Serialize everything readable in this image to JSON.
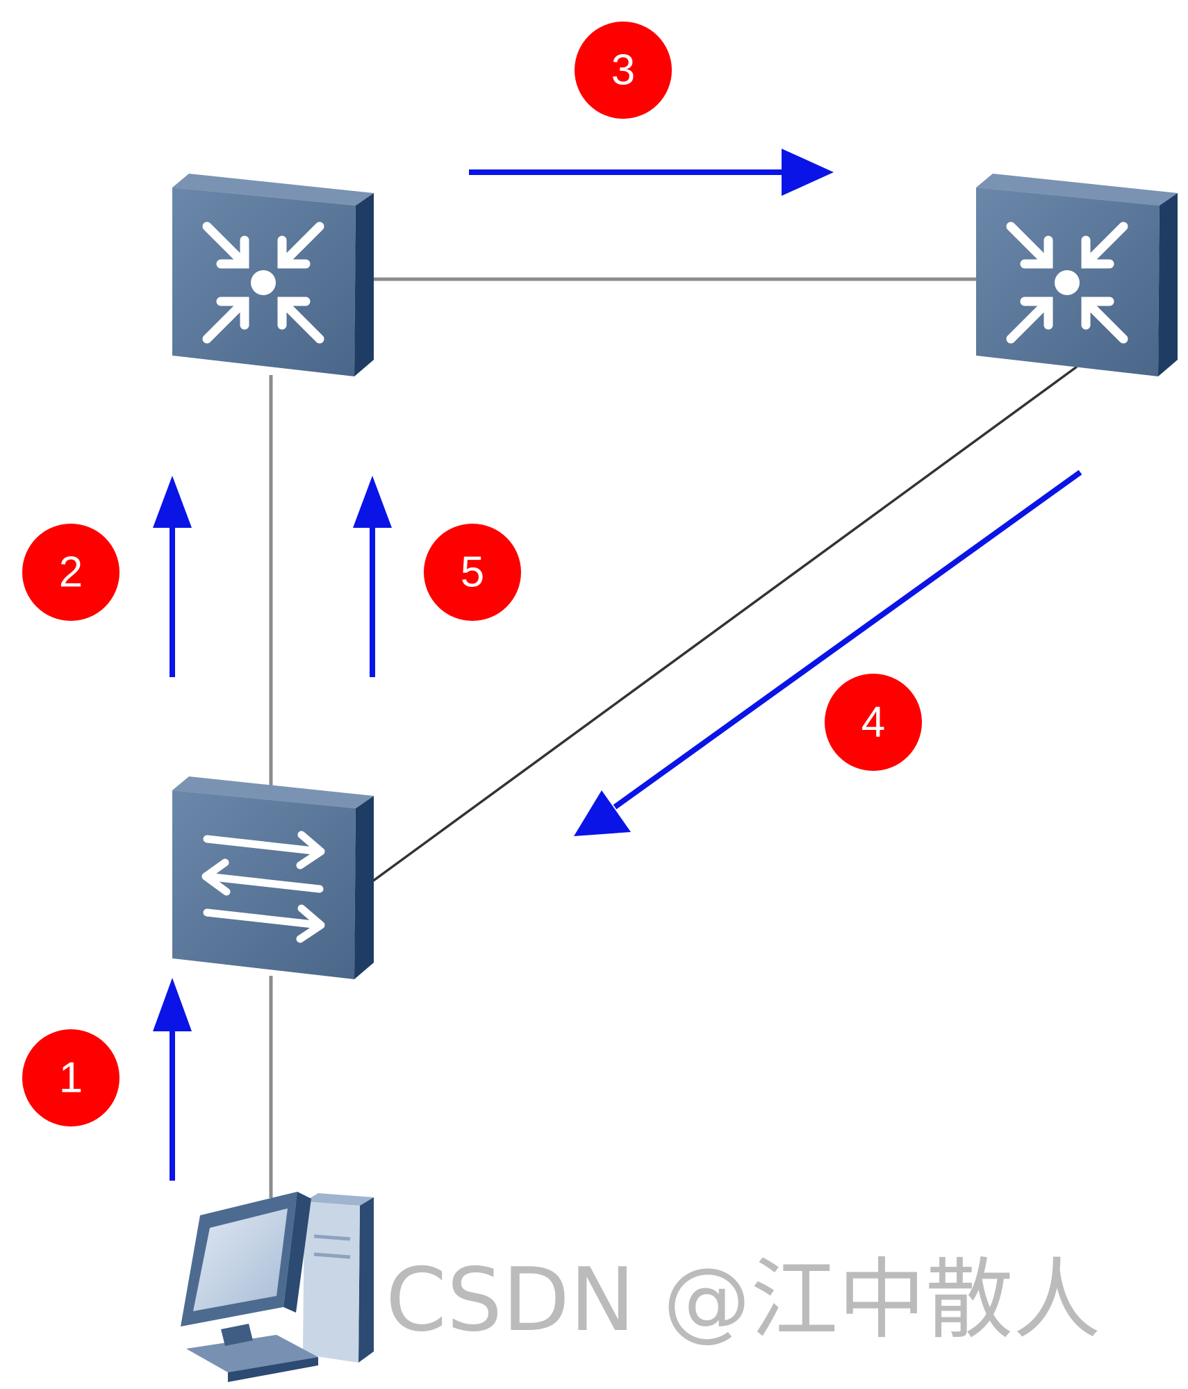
{
  "diagram": {
    "steps": [
      "1",
      "2",
      "3",
      "4",
      "5"
    ],
    "watermark": "CSDN @江中散人",
    "colors": {
      "arrow": "#0a14e6",
      "badge": "#ff0000",
      "link": "#8c8c8c",
      "device_front": "#5a7496",
      "device_side": "#1e3c64"
    },
    "devices": [
      {
        "id": "router-left",
        "icon": "router-icon"
      },
      {
        "id": "router-right",
        "icon": "router-icon"
      },
      {
        "id": "switch",
        "icon": "switch-icon"
      },
      {
        "id": "pc",
        "icon": "pc-icon"
      }
    ]
  }
}
